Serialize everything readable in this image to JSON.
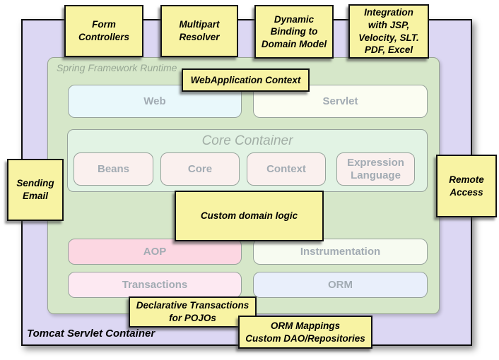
{
  "containers": {
    "tomcat": {
      "label": "Tomcat Servlet Container"
    },
    "runtime": {
      "label": "Spring Framework Runtime"
    },
    "core": {
      "title": "Core Container"
    }
  },
  "modules": {
    "web": {
      "label": "Web"
    },
    "servlet": {
      "label": "Servlet"
    },
    "beans": {
      "label": "Beans"
    },
    "core": {
      "label": "Core"
    },
    "context": {
      "label": "Context"
    },
    "expression": {
      "label": "Expression\nLanguage"
    },
    "aop": {
      "label": "AOP"
    },
    "instrumentation": {
      "label": "Instrumentation"
    },
    "transactions": {
      "label": "Transactions"
    },
    "orm": {
      "label": "ORM"
    }
  },
  "notes": {
    "form_controllers": {
      "text": "Form\nControllers"
    },
    "multipart_resolver": {
      "text": "Multipart\nResolver"
    },
    "dynamic_binding": {
      "text": "Dynamic\nBinding to\nDomain Model"
    },
    "integration": {
      "text": "Integration\nwith JSP,\nVelocity, SLT.\nPDF, Excel"
    },
    "webapp_context": {
      "text": "WebApplication Context"
    },
    "sending_email": {
      "text": "Sending\nEmail"
    },
    "custom_domain_logic": {
      "text": "Custom domain logic"
    },
    "declarative_transactions": {
      "text": "Declarative Transactions\nfor POJOs"
    },
    "orm_mappings": {
      "text": "ORM Mappings\nCustom DAO/Repositories"
    },
    "remote_access": {
      "text": "Remote\nAccess"
    }
  },
  "colors": {
    "outer_container": "#dcd7f3",
    "runtime": "#d6e7c9",
    "core_container": "#e2f3e4",
    "note_yellow": "#f8f3a3",
    "web": "#e9f8fb",
    "servlet": "#fbfdf2",
    "sub_module": "#faf0ee",
    "aop": "#fcd7e2",
    "instrumentation": "#f7fbf1",
    "transactions": "#fde9f2",
    "orm": "#e9effb",
    "label_gray": "#a2abb3"
  }
}
